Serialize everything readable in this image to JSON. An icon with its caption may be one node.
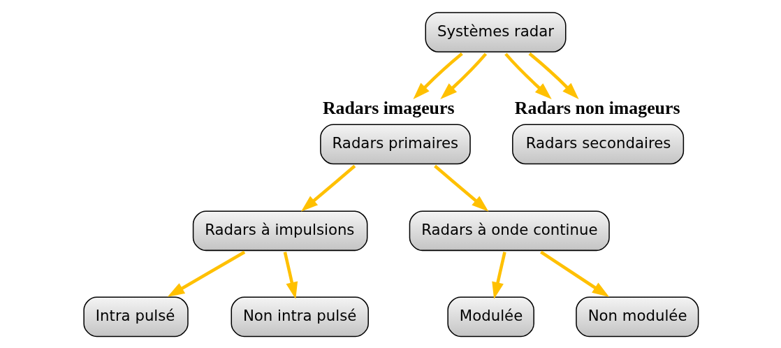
{
  "diagram": {
    "nodes": [
      {
        "text": [
          "Systèmes radar"
        ]
      },
      {
        "text": [
          "Radars imageurs",
          "Radars primaires"
        ]
      },
      {
        "text": [
          "Radars non imageurs",
          "Radars secondaires"
        ]
      },
      {
        "text": [
          "Radars à impulsions"
        ]
      },
      {
        "text": [
          "Radars à onde continue"
        ]
      },
      {
        "text": [
          "Intra pulsé"
        ]
      },
      {
        "text": [
          "Non intra pulsé"
        ]
      },
      {
        "text": [
          "Modulée"
        ]
      },
      {
        "text": [
          "Non modulée"
        ]
      }
    ],
    "edges": [
      {
        "from": 0,
        "to": 1,
        "arrow": "to",
        "color": "#ffc000"
      },
      {
        "from": 0,
        "to": 1,
        "arrow": "to",
        "color": "#ffc000"
      },
      {
        "from": 0,
        "to": 2,
        "arrow": "to",
        "color": "#ffc000"
      },
      {
        "from": 0,
        "to": 2,
        "arrow": "to",
        "color": "#ffc000"
      },
      {
        "from": 1,
        "to": 3,
        "arrow": "to",
        "color": "#ffc000"
      },
      {
        "from": 1,
        "to": 4,
        "arrow": "to",
        "color": "#ffc000"
      },
      {
        "from": 3,
        "to": 5,
        "arrow": "to",
        "color": "#ffc000"
      },
      {
        "from": 3,
        "to": 6,
        "arrow": "to",
        "color": "#ffc000"
      },
      {
        "from": 4,
        "to": 7,
        "arrow": "to",
        "color": "#ffc000"
      },
      {
        "from": 4,
        "to": 8,
        "arrow": "to",
        "color": "#ffc000"
      }
    ]
  }
}
